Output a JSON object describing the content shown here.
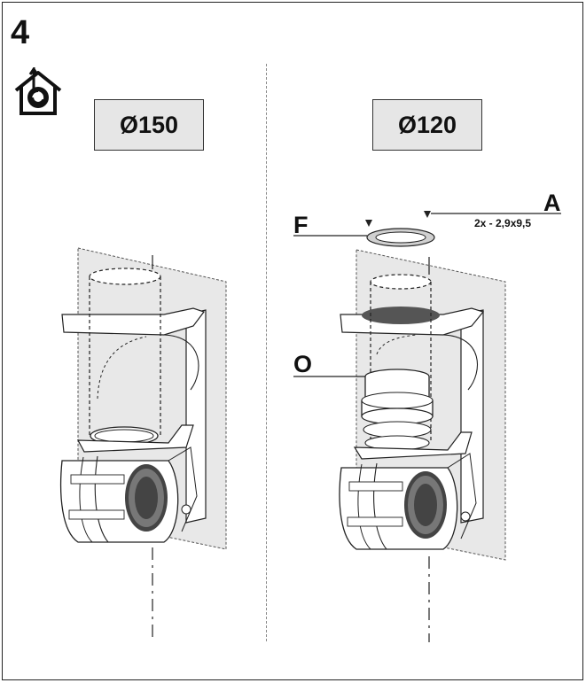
{
  "step": {
    "number": "4"
  },
  "icons": {
    "mode_icon": "house-duct-outlet-icon"
  },
  "left_panel": {
    "diameter_label": "Ø150"
  },
  "right_panel": {
    "diameter_label": "Ø120",
    "callouts": {
      "A": "A",
      "A_spec": "2x - 2,9x9,5",
      "F": "F",
      "O": "O"
    }
  }
}
